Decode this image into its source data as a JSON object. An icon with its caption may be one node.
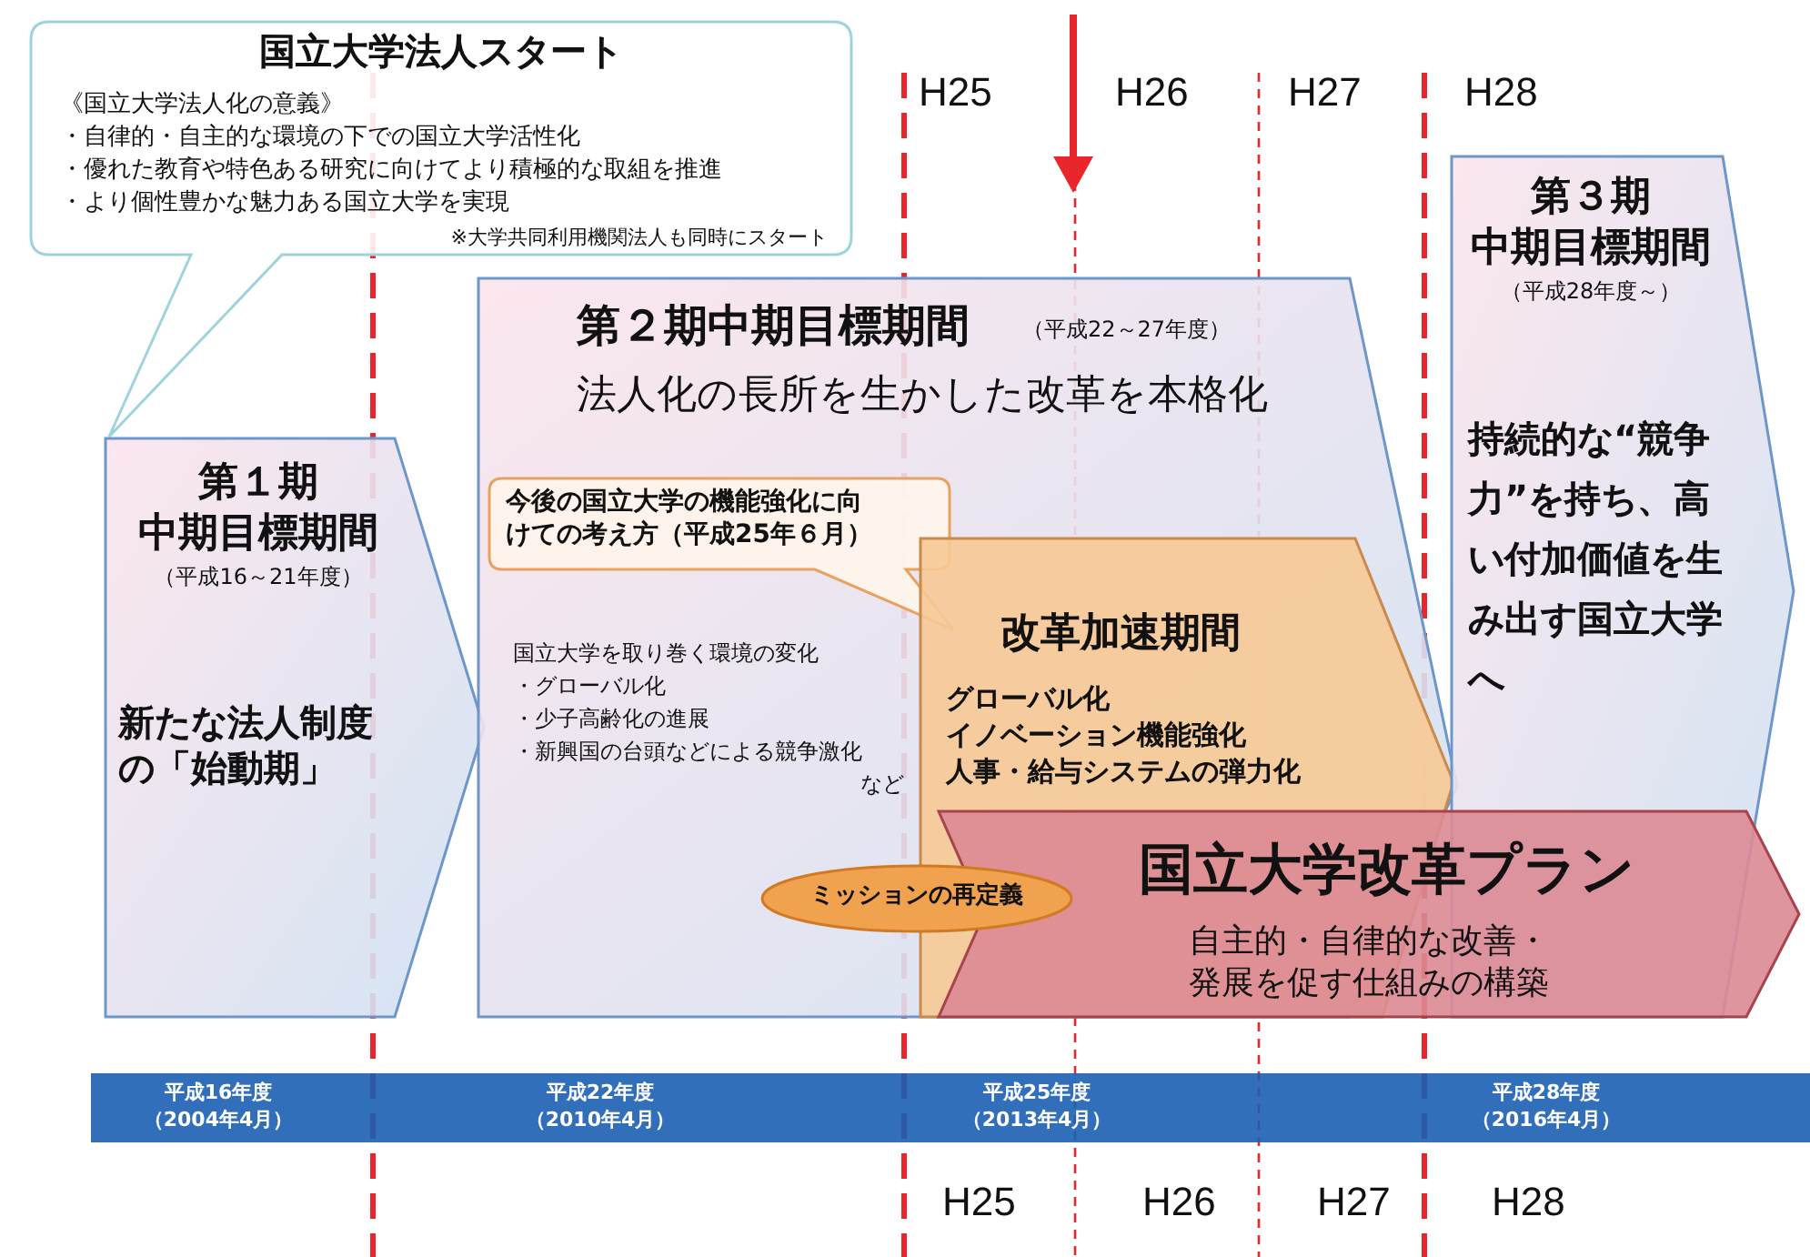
{
  "diagram": {
    "nodes": [
      {
        "text": [
          "国立大学法人スタート",
          "《国立大学法人化の意義》",
          "・自律的・自主的な環境の下での国立大学活性化",
          "・優れた教育や特色ある研究に向けてより積極的な取組を推進",
          "・より個性豊かな魅力ある国立大学を実現",
          "※大学共同利用機関法人も同時にスタート"
        ]
      },
      {
        "text": [
          "第１期",
          "中期目標期間",
          "（平成16～21年度）",
          "新たな法人制度の「始動期」"
        ]
      },
      {
        "text": [
          "第２期中期目標期間",
          "（平成22～27年度）",
          "法人化の長所を生かした改革を本格化",
          "国立大学を取り巻く環境の変化",
          "・グローバル化",
          "・少子高齢化の進展",
          "・新興国の台頭などによる競争激化",
          "など"
        ]
      },
      {
        "text": [
          "今後の国立大学の機能強化に向けての考え方（平成25年６月）"
        ],
        "in": 2
      },
      {
        "text": [
          "改革加速期間",
          "グローバル化",
          "イノベーション機能強化",
          "人事・給与システムの弾力化"
        ],
        "in": 2
      },
      {
        "text": [
          "第３期",
          "中期目標期間",
          "（平成28年度～）",
          "持続的な“競争力”を持ち、高い付加価値を生み出す国立大学へ"
        ]
      },
      {
        "text": [
          "国立大学改革プラン",
          "自主的・自律的な改善・発展を促す仕組みの構築"
        ]
      },
      {
        "text": [
          "ミッションの再定義"
        ],
        "in": 2
      },
      {
        "text": [
          "平成16年度",
          "（2004年4月）",
          "平成22年度",
          "（2010年4月）",
          "平成25年度",
          "（2013年4月）",
          "平成28年度",
          "（2016年4月）"
        ]
      }
    ],
    "edges": [],
    "labels": [
      "H25",
      "H26",
      "H27",
      "H28",
      "H25",
      "H26",
      "H27",
      "H28"
    ]
  }
}
